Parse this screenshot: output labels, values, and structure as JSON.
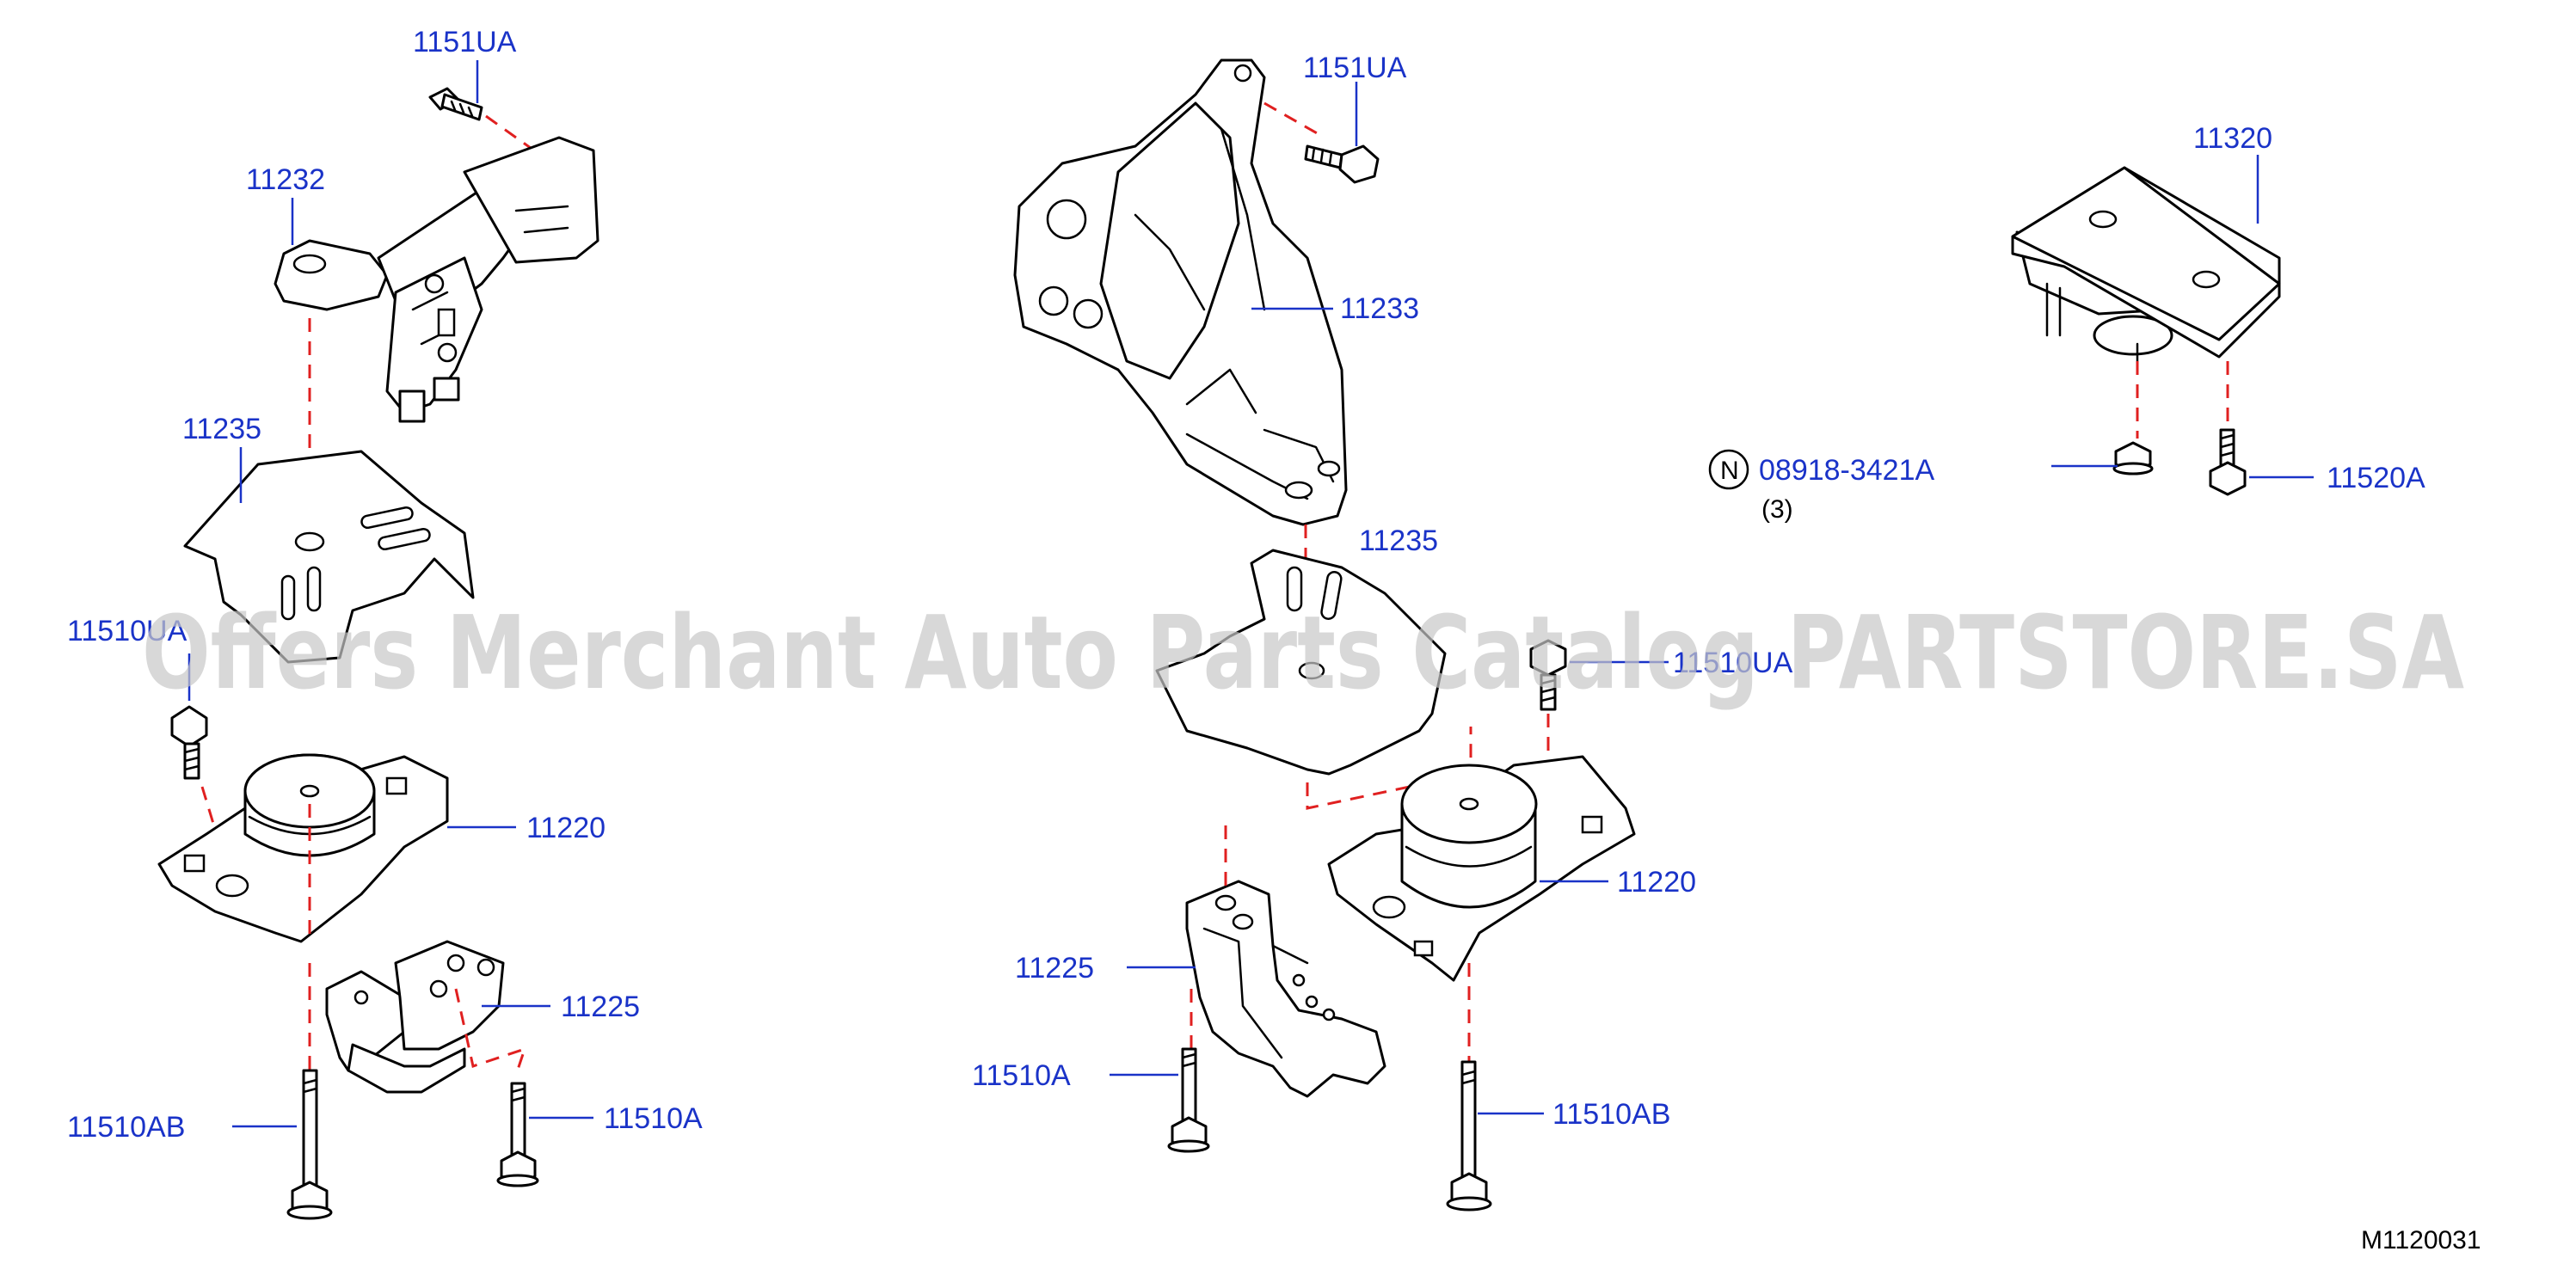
{
  "labels": {
    "l1151ua_left": "1151UA",
    "l11232": "11232",
    "l11235_left": "11235",
    "l11510ua_left": "11510UA",
    "l11220_left": "11220",
    "l11225_left": "11225",
    "l11510ab_left": "11510AB",
    "l11510a_left": "11510A",
    "l1151ua_mid": "1151UA",
    "l11233": "11233",
    "l11235_mid": "11235",
    "l11510ua_mid": "11510UA",
    "l11220_mid": "11220",
    "l11225_mid": "11225",
    "l11510a_mid": "11510A",
    "l11510ab_mid": "11510AB",
    "l11320": "11320",
    "l08918": "08918-3421A",
    "l08918_qty": "(3)",
    "n_symbol": "N",
    "l11520a": "11520A"
  },
  "figure_code": "M1120031",
  "watermark": "Offers Merchant Auto Parts Catalog PARTSTORE.SA",
  "colors": {
    "label": "#1a33c8",
    "centerline": "#e02020",
    "watermark": "#c8c8c8"
  }
}
